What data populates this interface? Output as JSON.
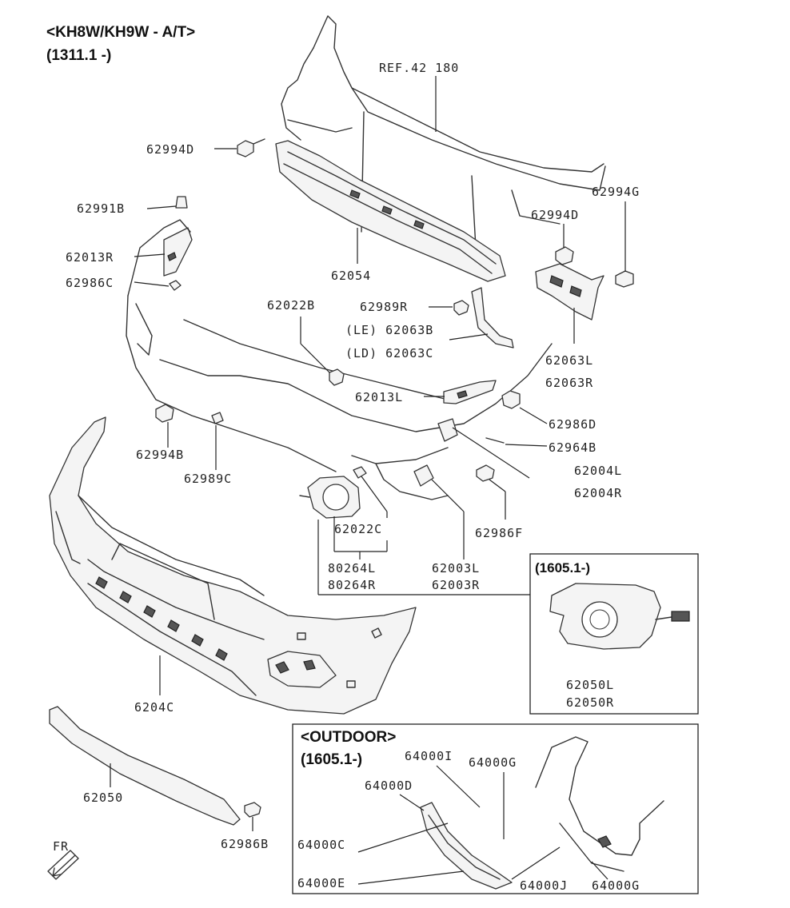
{
  "header": {
    "model": "<KH8W/KH9W - A/T>",
    "date_range": "(1311.1 -)"
  },
  "reference": "REF.42 180",
  "labels": {
    "p62994D_a": "62994D",
    "p62991B": "62991B",
    "p62013R": "62013R",
    "p62986C": "62986C",
    "p62054": "62054",
    "p62994G": "62994G",
    "p62994D_b": "62994D",
    "p62022B": "62022B",
    "p62989R": "62989R",
    "p62063B": "(LE) 62063B",
    "p62063C": "(LD) 62063C",
    "p62063L": "62063L",
    "p62063R": "62063R",
    "p62013L": "62013L",
    "p62986D": "62986D",
    "p62964B": "62964B",
    "p62004L": "62004L",
    "p62004R": "62004R",
    "p62994B": "62994B",
    "p62989C": "62989C",
    "p62022C": "62022C",
    "p62986F": "62986F",
    "p80264L": "80264L",
    "p80264R": "80264R",
    "p62003L": "62003L",
    "p62003R": "62003R",
    "p6204C": "6204C",
    "p62050": "62050",
    "p62986B": "62986B",
    "fr": "FR"
  },
  "inset_fog": {
    "title": "(1605.1-)",
    "part_l": "62050L",
    "part_r": "62050R"
  },
  "inset_outdoor": {
    "title": "<OUTDOOR>",
    "date": "(1605.1-)",
    "p64000I": "64000I",
    "p64000G_top": "64000G",
    "p64000D": "64000D",
    "p64000C": "64000C",
    "p64000E": "64000E",
    "p64000J": "64000J",
    "p64000G_bot": "64000G"
  }
}
